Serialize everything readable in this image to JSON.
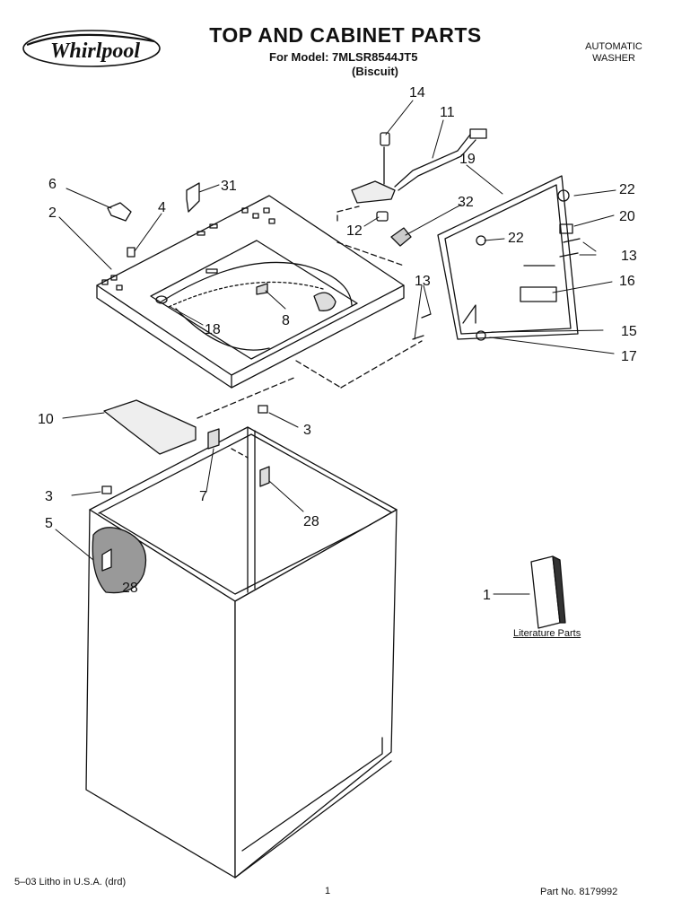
{
  "header": {
    "brand": "Whirlpool",
    "title": "TOP AND CABINET PARTS",
    "model_line": "For Model: 7MLSR8544JT5",
    "variant": "(Biscuit)",
    "product_type_line1": "AUTOMATIC",
    "product_type_line2": "WASHER"
  },
  "callouts": [
    "14",
    "11",
    "19",
    "6",
    "31",
    "2",
    "4",
    "32",
    "22",
    "20",
    "12",
    "22",
    "13",
    "13",
    "16",
    "18",
    "8",
    "15",
    "17",
    "10",
    "3",
    "7",
    "3",
    "28",
    "5",
    "28",
    "1"
  ],
  "literature_label": "Literature Parts",
  "footer": {
    "litho": "5–03 Litho in U.S.A. (drd)",
    "page": "1",
    "part_no": "Part No. 8179992"
  }
}
